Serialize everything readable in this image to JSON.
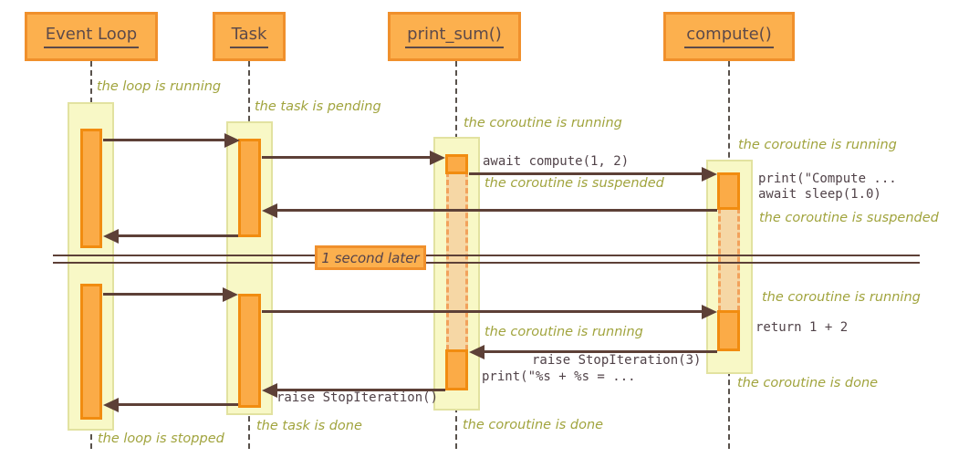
{
  "participants": [
    {
      "label": "Event Loop"
    },
    {
      "label": "Task"
    },
    {
      "label": "print_sum()"
    },
    {
      "label": "compute()"
    }
  ],
  "divider": {
    "label": "1 second later"
  },
  "notes": {
    "loop_running": "the loop is running",
    "task_pending": "the task is pending",
    "ps_running_1": "the coroutine is running",
    "c_running_1": "the coroutine is running",
    "ps_suspended": "the coroutine is suspended",
    "c_suspended": "the coroutine is suspended",
    "c_running_2": "the coroutine is running",
    "ps_running_2": "the coroutine is running",
    "c_done": "the coroutine is done",
    "ps_done": "the coroutine is done",
    "task_done": "the task is done",
    "loop_stopped": "the loop is stopped"
  },
  "code": {
    "await_compute": "await compute(1, 2)",
    "print_compute": "print(\"Compute ...",
    "await_sleep": "await sleep(1.0)",
    "return_sum": "return 1 + 2",
    "raise_stop3": "raise StopIteration(3)",
    "print_result": "print(\"%s + %s = ...",
    "raise_stop": "raise StopIteration()"
  },
  "colors": {
    "participant_fill": "#fcb04e",
    "participant_border": "#f0902c",
    "activation_fill": "#fbab47",
    "activation_border": "#f18c10",
    "band_fill": "#f8f8c6",
    "band_border": "#e2e2a0",
    "suspended_fill": "#f6d7a5",
    "suspended_dash": "#f2a25c",
    "arrow": "#5d4037",
    "note_text": "#a1a43e",
    "code_text": "#514349",
    "title_text": "#5d4a4a"
  }
}
